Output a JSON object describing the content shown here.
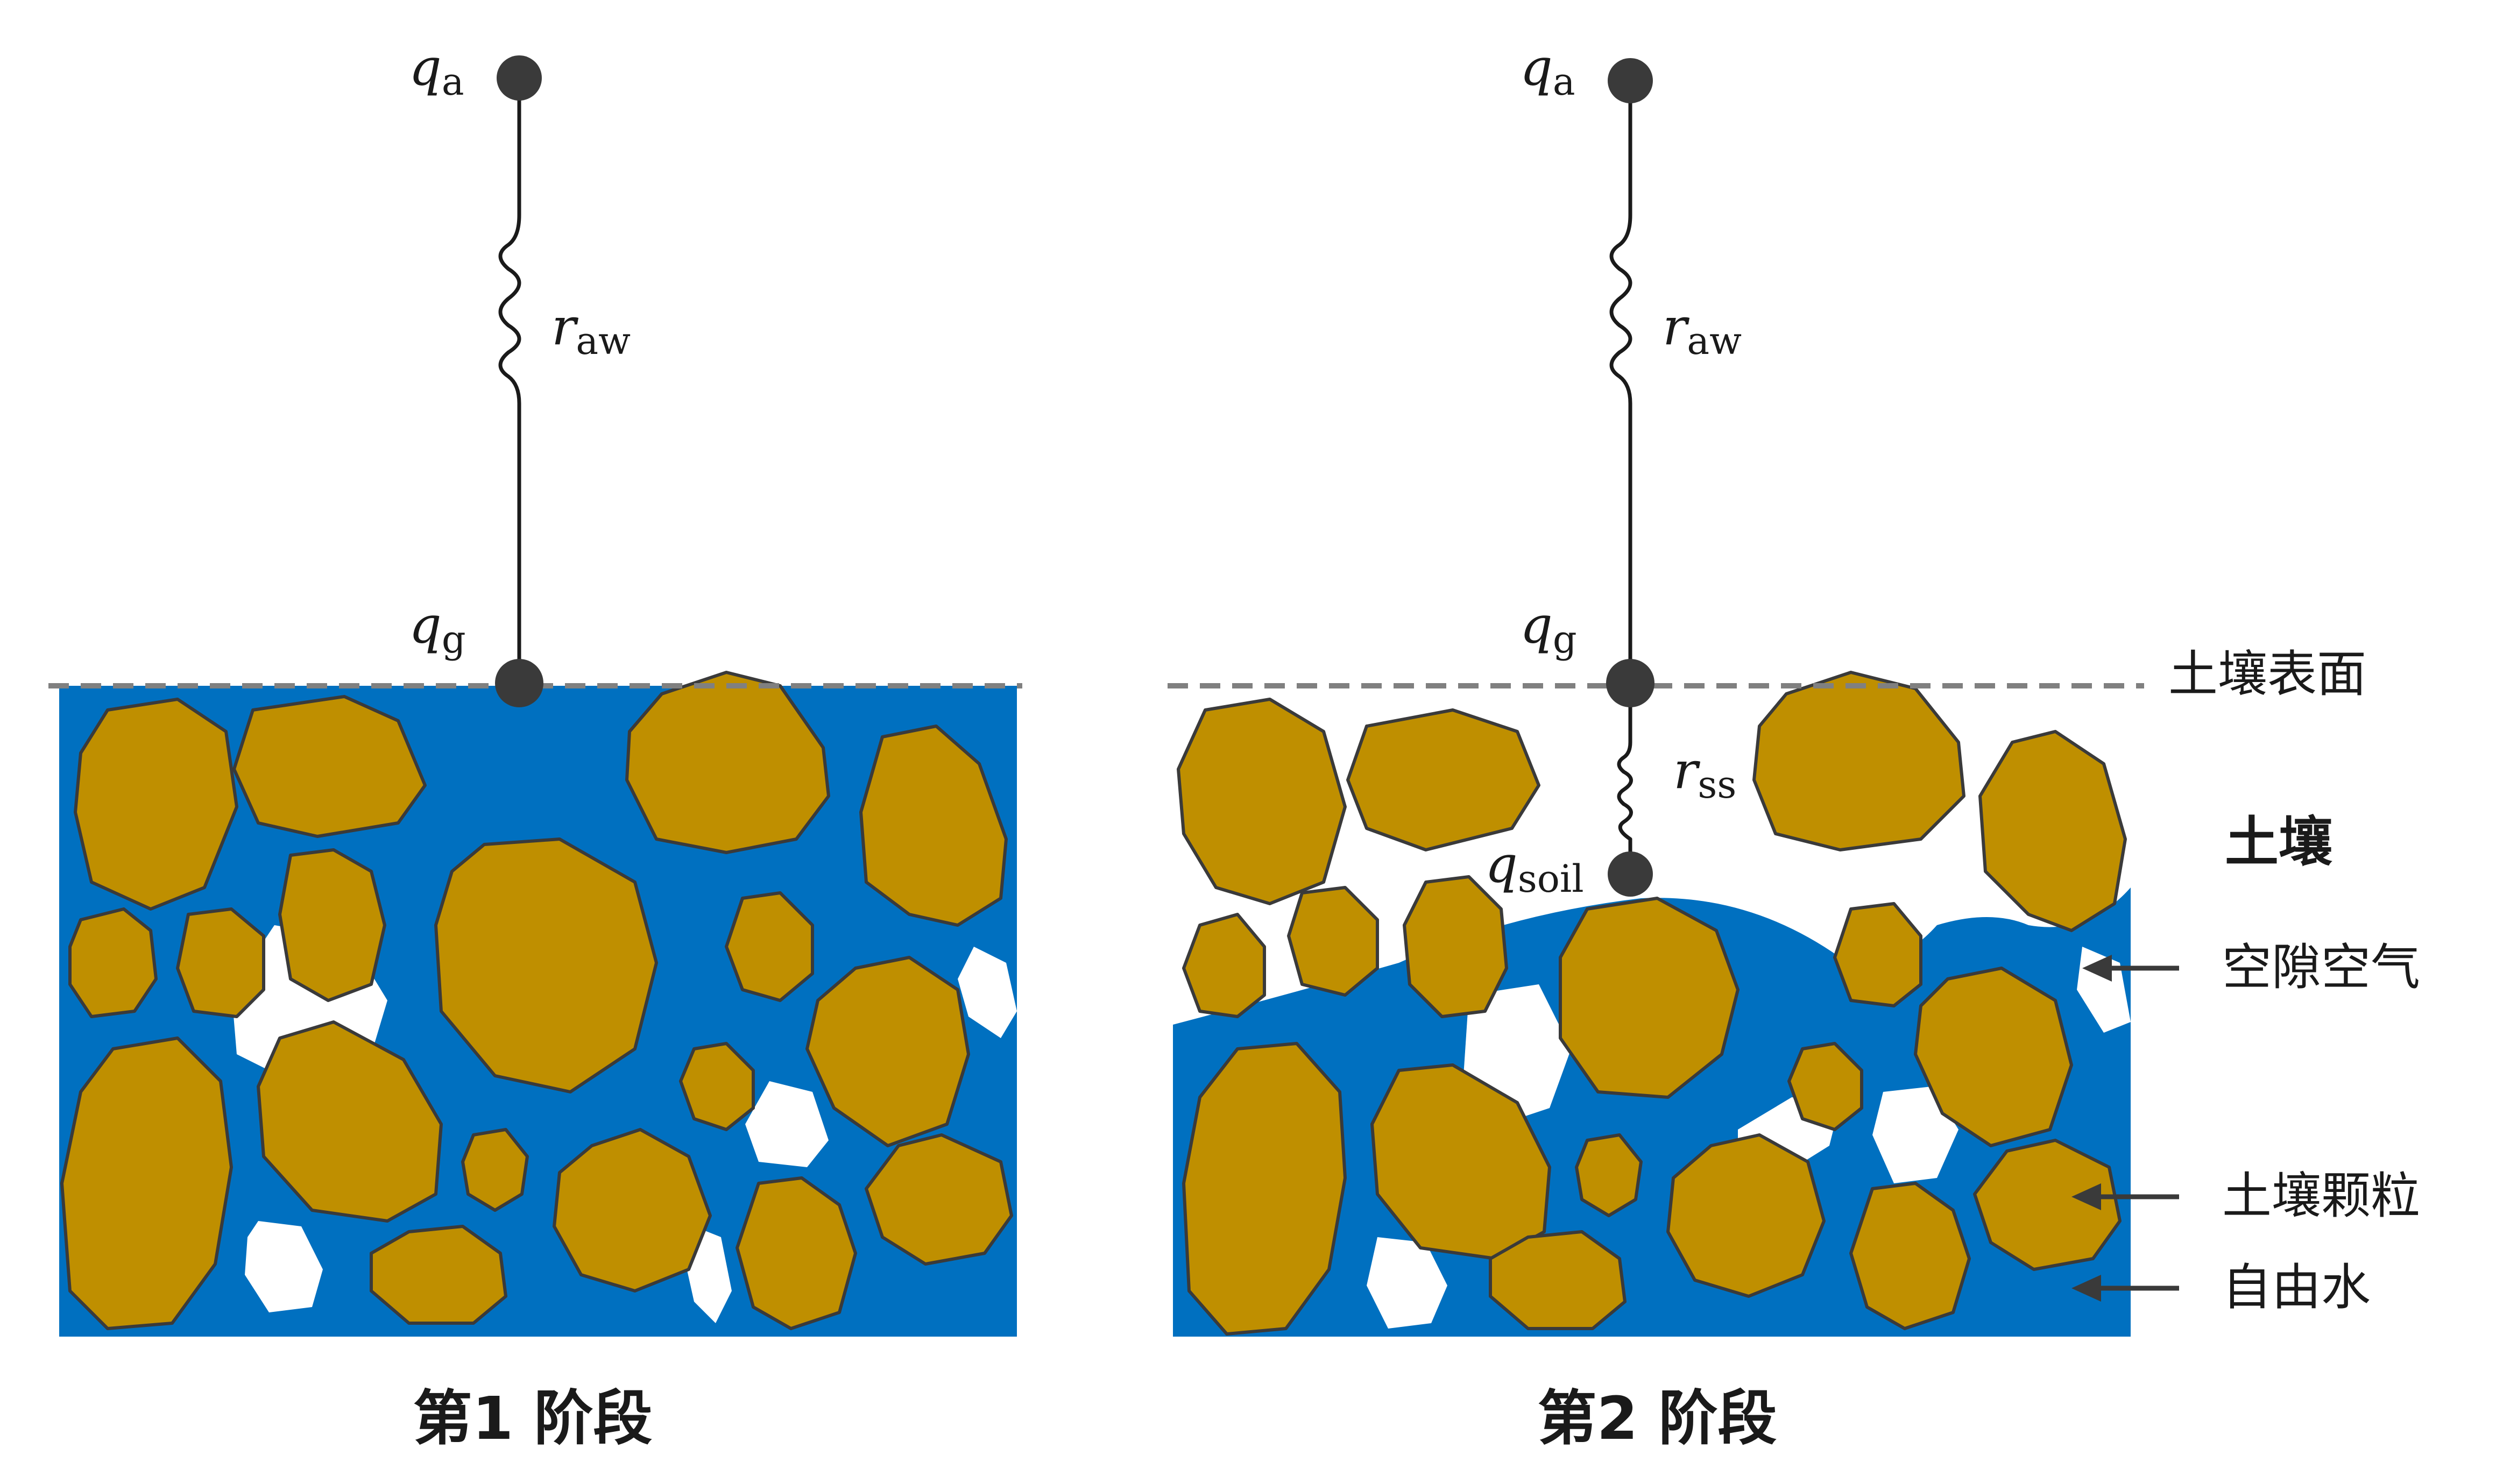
{
  "panels": [
    {
      "caption": "第1 阶段",
      "nodes": {
        "qa": {
          "symbol": "q",
          "sub": "a"
        },
        "qg": {
          "symbol": "q",
          "sub": "g"
        }
      },
      "resistances": {
        "raw": {
          "symbol": "r",
          "sub": "aw"
        }
      }
    },
    {
      "caption": "第2 阶段",
      "nodes": {
        "qa": {
          "symbol": "q",
          "sub": "a"
        },
        "qg": {
          "symbol": "q",
          "sub": "g"
        },
        "qsoil": {
          "symbol": "q",
          "sub": "soil"
        }
      },
      "resistances": {
        "raw": {
          "symbol": "r",
          "sub": "aw"
        },
        "rss": {
          "symbol": "r",
          "sub": "ss"
        }
      }
    }
  ],
  "legend": {
    "surface": "土壤表面",
    "soil_heading": "土壤",
    "pore_air": "空隙空气",
    "soil_particle": "土壤颗粒",
    "free_water": "自由水"
  },
  "colors": {
    "water": "#0070c0",
    "particle": "#bf8f00",
    "pore_air": "#ffffff",
    "surface_line": "#808080",
    "node": "#3a3a3a"
  }
}
